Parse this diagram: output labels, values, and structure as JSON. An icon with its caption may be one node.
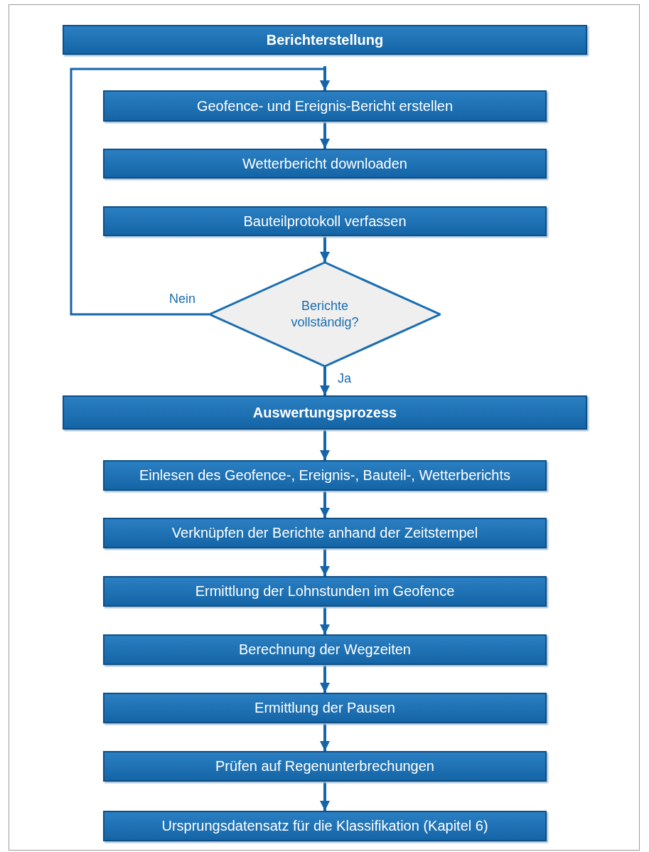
{
  "diagram": {
    "nodes": [
      {
        "text": [
          "Berichterstellung"
        ]
      },
      {
        "text": [
          "Geofence- und Ereignis-Bericht erstellen"
        ]
      },
      {
        "text": [
          "Wetterbericht downloaden"
        ]
      },
      {
        "text": [
          "Bauteilprotokoll verfassen"
        ]
      },
      {
        "text": [
          "Berichte vollständig?"
        ]
      },
      {
        "text": [
          "Auswertungsprozess"
        ]
      },
      {
        "text": [
          "Einlesen des Geofence-, Ereignis-, Bauteil-, Wetterberichts"
        ]
      },
      {
        "text": [
          "Verknüpfen der Berichte anhand der Zeitstempel"
        ]
      },
      {
        "text": [
          "Ermittlung der Lohnstunden im Geofence"
        ]
      },
      {
        "text": [
          "Berechnung der Wegzeiten"
        ]
      },
      {
        "text": [
          "Ermittlung der Pausen"
        ]
      },
      {
        "text": [
          "Prüfen auf Regenunterbrechungen"
        ]
      },
      {
        "text": [
          "Ursprungsdatensatz für die Klassifikation (Kapitel 6)"
        ]
      }
    ],
    "edges": [
      {
        "from": 0,
        "to": 1,
        "arrow": "to"
      },
      {
        "from": 1,
        "to": 2,
        "arrow": "to"
      },
      {
        "from": 3,
        "to": 4,
        "arrow": "to"
      },
      {
        "from": 4,
        "to": 1,
        "arrow": "to",
        "label": "Nein"
      },
      {
        "from": 4,
        "to": 5,
        "arrow": "to",
        "label": "Ja"
      },
      {
        "from": 5,
        "to": 6,
        "arrow": "to"
      },
      {
        "from": 6,
        "to": 7,
        "arrow": "to"
      },
      {
        "from": 7,
        "to": 8,
        "arrow": "to"
      },
      {
        "from": 8,
        "to": 9,
        "arrow": "to"
      },
      {
        "from": 9,
        "to": 10,
        "arrow": "to"
      },
      {
        "from": 10,
        "to": 11,
        "arrow": "to"
      },
      {
        "from": 11,
        "to": 12,
        "arrow": "to"
      }
    ]
  }
}
